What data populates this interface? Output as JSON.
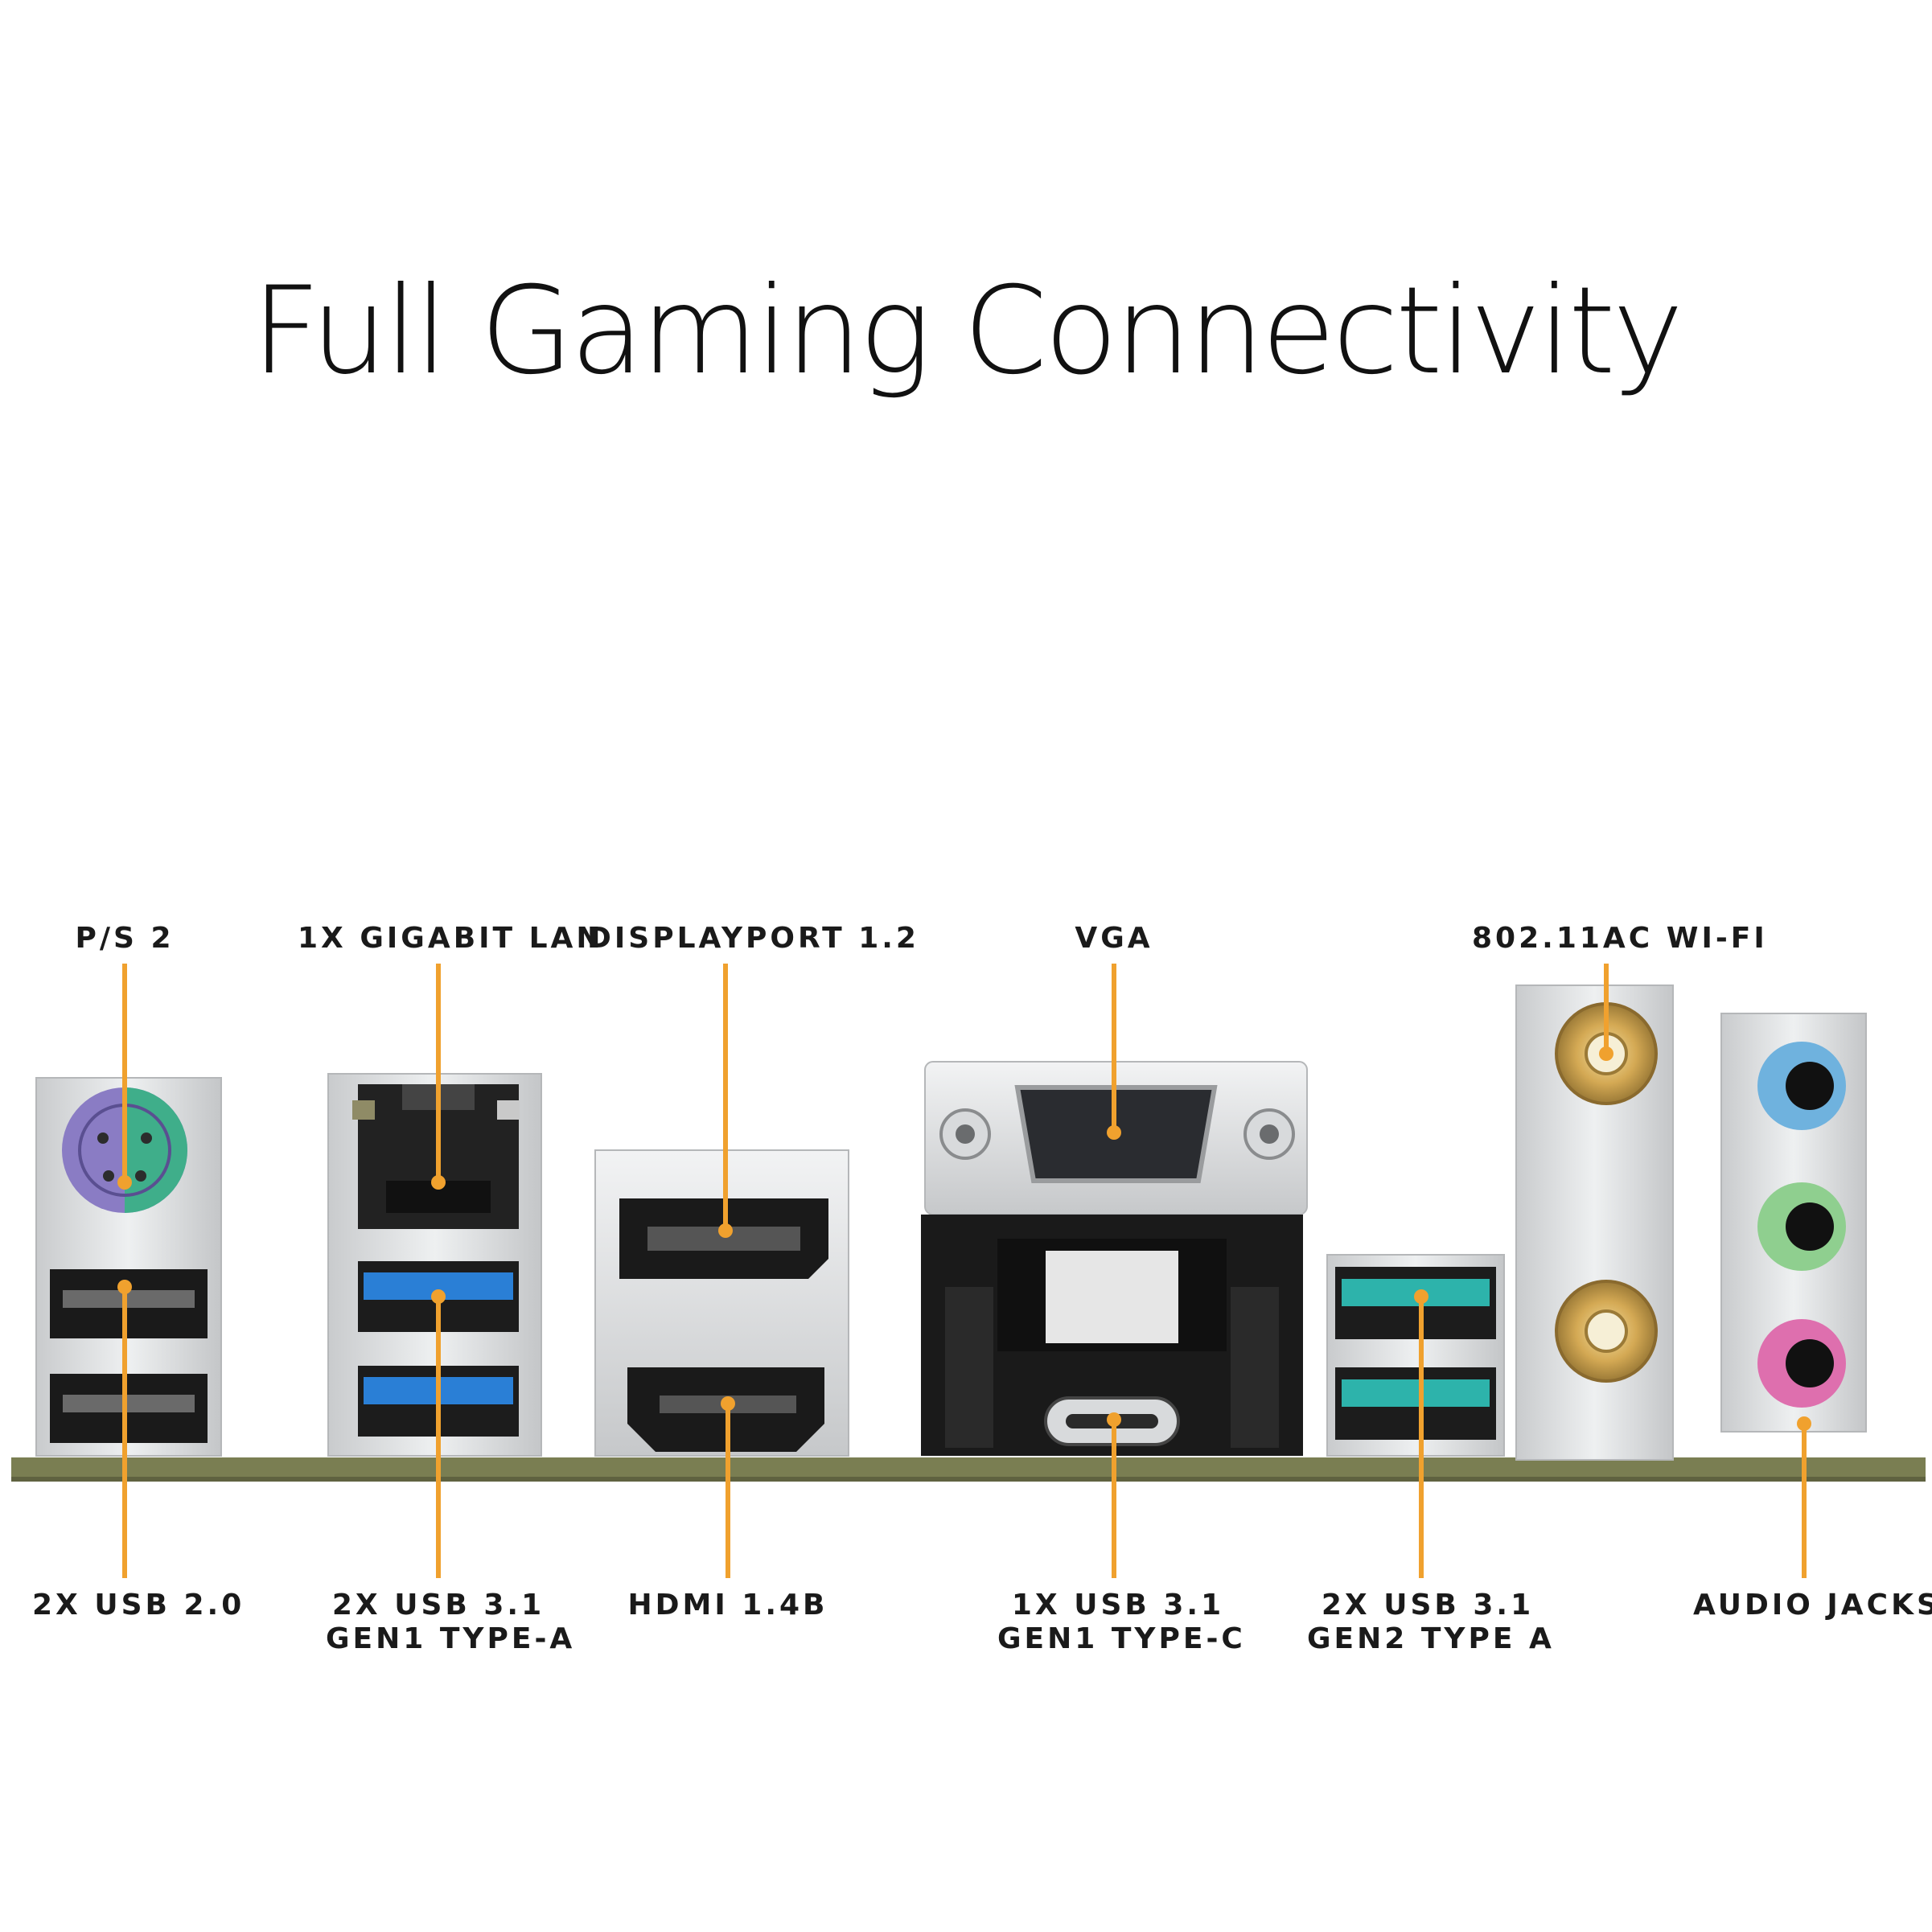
{
  "title": "Full Gaming Connectivity",
  "callout_color": "#f0a12e",
  "top_labels": {
    "ps2": "P/S 2",
    "lan": "1X GIGABIT LAN",
    "displayport": "DISPLAYPORT 1.2",
    "vga": "VGA",
    "wifi": "802.11AC WI-FI"
  },
  "bottom_labels": {
    "usb20": "2X USB 2.0",
    "usb31_gen1_a": [
      "2X USB 3.1",
      "GEN1 TYPE-A"
    ],
    "hdmi": "HDMI 1.4B",
    "usb31_gen1_c": [
      "1X USB 3.1",
      "GEN1 TYPE-C"
    ],
    "usb31_gen2_a": [
      "2X USB 3.1",
      "GEN2 TYPE A"
    ],
    "audio": "AUDIO JACKS"
  },
  "colors": {
    "ps2_mouse": "#3fae8a",
    "ps2_keyboard": "#8a7cc4",
    "usb3_blue": "#2a7fd6",
    "usb_gen2_teal": "#2db3ab",
    "audio_blue": "#6fb2de",
    "audio_green": "#8fcf8f",
    "audio_pink": "#de6fae",
    "pcb": "#7a7e52"
  }
}
